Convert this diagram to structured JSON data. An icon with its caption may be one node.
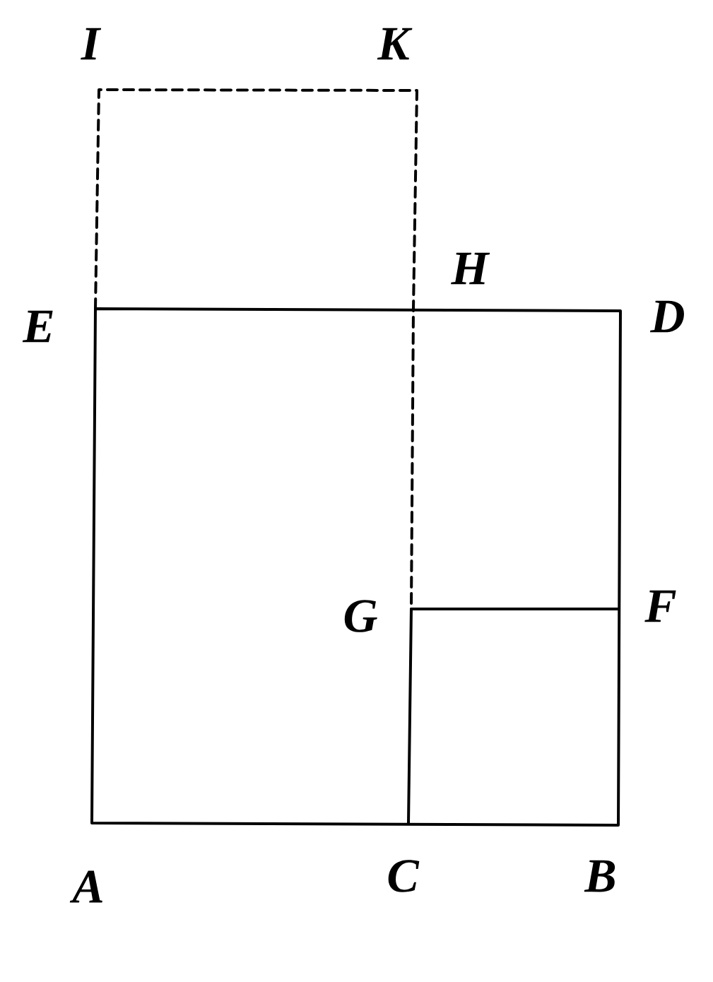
{
  "diagram": {
    "labels": [
      "I",
      "K",
      "H",
      "E",
      "D",
      "G",
      "F",
      "A",
      "C",
      "B"
    ]
  }
}
